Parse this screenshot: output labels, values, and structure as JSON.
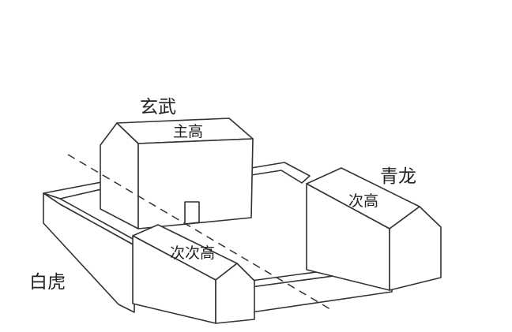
{
  "labels": {
    "xuanwu": "玄武",
    "qinglong": "青龙",
    "baihu": "白虎",
    "main_high": "主高",
    "second_high": "次高",
    "third_high": "次次高"
  },
  "colors": {
    "line": "#333333",
    "background": "#ffffff"
  }
}
